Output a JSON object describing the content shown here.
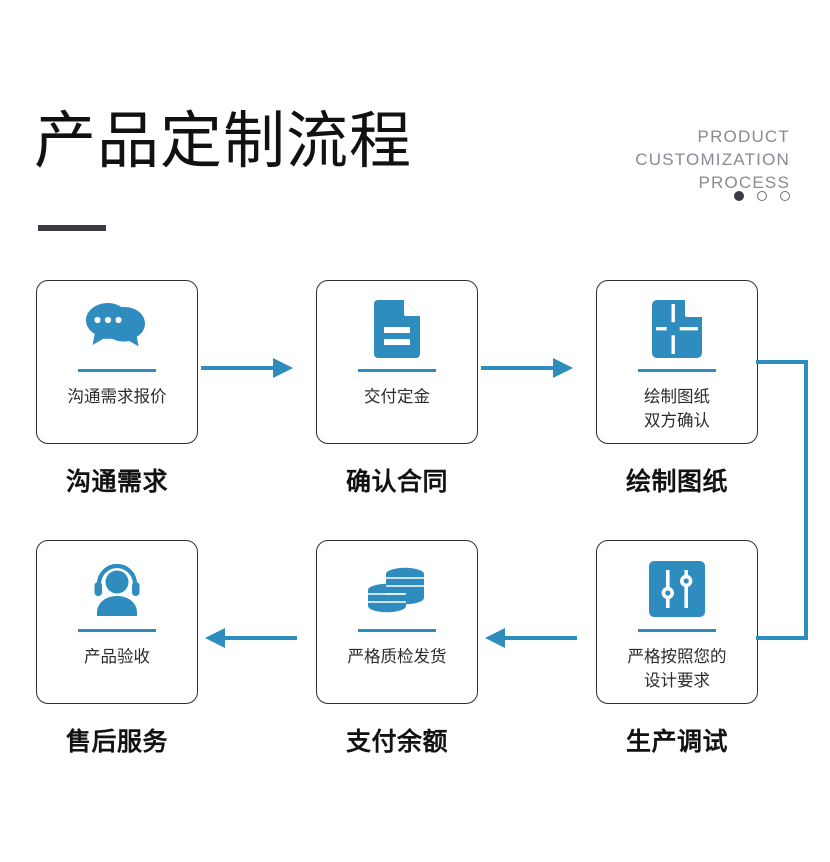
{
  "header": {
    "title": "产品定制流程",
    "subtitle_lines": [
      "PRODUCT",
      "CUSTOMIZATION",
      "PROCESS"
    ],
    "dots": [
      "filled",
      "hollow",
      "hollow"
    ]
  },
  "theme": {
    "accent": "#2e8cbe",
    "title_color": "#111111",
    "subtitle_color": "#8a8a92",
    "card_border": "#2f2f33",
    "background": "#ffffff"
  },
  "steps": [
    {
      "icon": "chat-bubbles-icon",
      "text": "沟通需求报价",
      "label": "沟通需求"
    },
    {
      "icon": "document-icon",
      "text": "交付定金",
      "label": "确认合同"
    },
    {
      "icon": "blueprint-document-icon",
      "text": "绘制图纸\n双方确认",
      "text_lines": [
        "绘制图纸",
        "双方确认"
      ],
      "label": "绘制图纸"
    },
    {
      "icon": "sliders-icon",
      "text": "严格按照您的\n设计要求",
      "text_lines": [
        "严格按照您的",
        "设计要求"
      ],
      "label": "生产调试"
    },
    {
      "icon": "coins-icon",
      "text": "严格质检发货",
      "label": "支付余额"
    },
    {
      "icon": "headset-person-icon",
      "text": "产品验收",
      "label": "售后服务"
    }
  ]
}
